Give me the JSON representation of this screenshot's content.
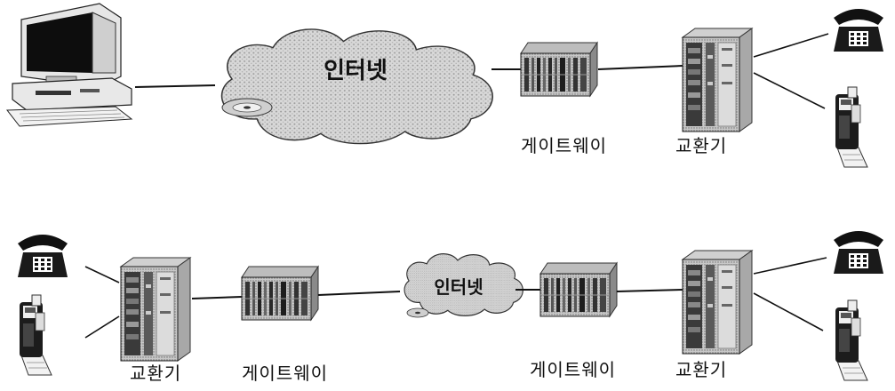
{
  "top_row": {
    "cloud_label": "인터넷",
    "gateway_label": "게이트웨이",
    "exchange_label": "교환기"
  },
  "bottom_row": {
    "left_exchange_label": "교환기",
    "left_gateway_label": "게이트웨이",
    "cloud_label": "인터넷",
    "right_gateway_label": "게이트웨이",
    "right_exchange_label": "교환기"
  }
}
